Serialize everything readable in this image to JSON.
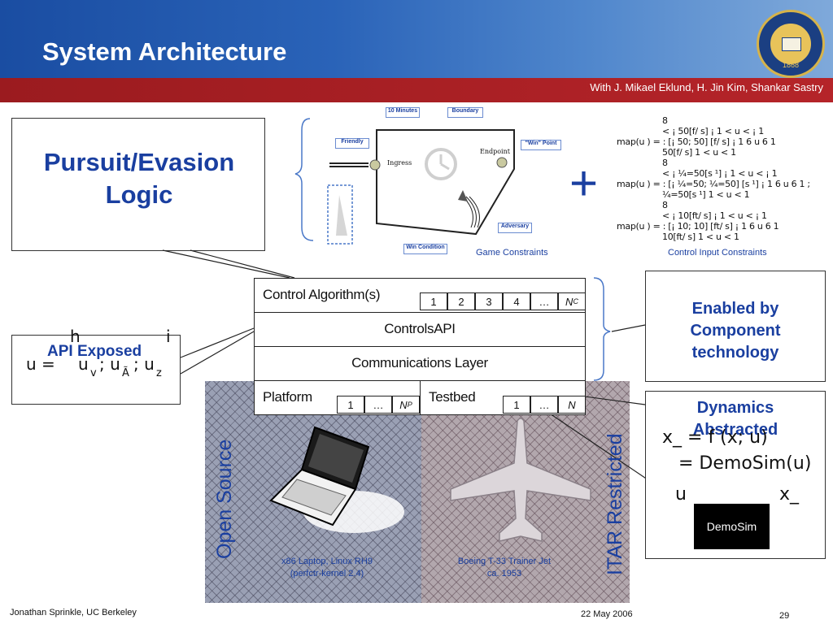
{
  "header": {
    "title": "System Architecture",
    "credit": "With J. Mikael Eklund, H. Jin Kim, Shankar Sastry",
    "seal_year": "1868"
  },
  "callouts": {
    "pursuit_title_line1": "Pursuit/Evasion",
    "pursuit_title_line2": "Logic",
    "api_exposed": "API Exposed",
    "api_formula_lhs": "u =",
    "api_formula_h": "h",
    "api_formula_i": "i",
    "api_formula_terms": "u",
    "api_formula_sub1": "v",
    "api_formula_sub2": "Ã",
    "api_formula_sub3": "z",
    "enabled_line1": "Enabled by",
    "enabled_line2": "Component",
    "enabled_line3": "technology",
    "dynamics_line1": "Dynamics",
    "dynamics_line2": "Abstracted",
    "dyn_eq1": "x_ = f (x; u)",
    "dyn_eq2": "= DemoSim(u)",
    "dyn_input": "u",
    "dyn_output": "x_",
    "demosim_label": "DemoSim"
  },
  "game": {
    "tag_10min": "10 Minutes",
    "tag_boundary": "Boundary",
    "tag_friendly": "Friendly",
    "tag_win_point": "\"Win\" Point",
    "tag_adversary": "Adversary",
    "tag_win_condition": "Win Condition",
    "ingress": "Ingress",
    "endpoint": "Endpoint",
    "caption": "Game Constraints"
  },
  "constraints": {
    "caption": "Control Input Constraints",
    "plus": "+",
    "lines": [
      "8",
      "<   ¡ 50[f/ s]           ¡ 1  <  u   <  ¡ 1",
      "map(u ) =   :   [¡ 50; 50] [f/ s]    ¡ 1 6  u  6  1",
      "            50[f/ s]           1 <  u  <  1",
      "8",
      "<   ¡ ¼=50[s  ¹]              ¡ 1  <  u   <  ¡ 1",
      "map(u ) =   :   [¡ ¼=50; ¼=50] [s  ¹]    ¡ 1 6  u  6  1      ;",
      "            ¼=50[s  ¹]              1 <  u  <  1",
      "8",
      "<   ¡ 10[ft/ s]           ¡ 1  <  u   <  ¡ 1",
      "map(u ) =   :   [¡ 10; 10] [ft/ s]    ¡ 1 6  u  6  1",
      "            10[ft/ s]           1 <  u  <  1"
    ]
  },
  "stack": {
    "control_algorithms": "Control Algorithm(s)",
    "controls_api": "ControlsAPI",
    "comm_layer": "Communications Layer",
    "platform": "Platform",
    "testbed": "Testbed",
    "control_cells": [
      "1",
      "2",
      "3",
      "4",
      "…",
      "N"
    ],
    "control_cells_sub": "C",
    "platform_cells": [
      "1",
      "…",
      "N"
    ],
    "platform_cells_sub": "P",
    "testbed_cells": [
      "1",
      "…",
      "N"
    ]
  },
  "bottom": {
    "open_source": "Open Source",
    "itar": "ITAR Restricted",
    "laptop_caption_1": "x86 Laptop, Linux RH9",
    "laptop_caption_2": "(perfctr-kernel 2.4)",
    "jet_caption_1": "Boeing T-33 Trainer Jet",
    "jet_caption_2": "ca. 1953"
  },
  "footer": {
    "author": "Jonathan Sprinkle, UC Berkeley",
    "date": "22 May 2006",
    "page": "29"
  },
  "colors": {
    "header_blue": "#1a4da2",
    "red_bar": "#b52429",
    "text_blue": "#1a3fa0"
  }
}
